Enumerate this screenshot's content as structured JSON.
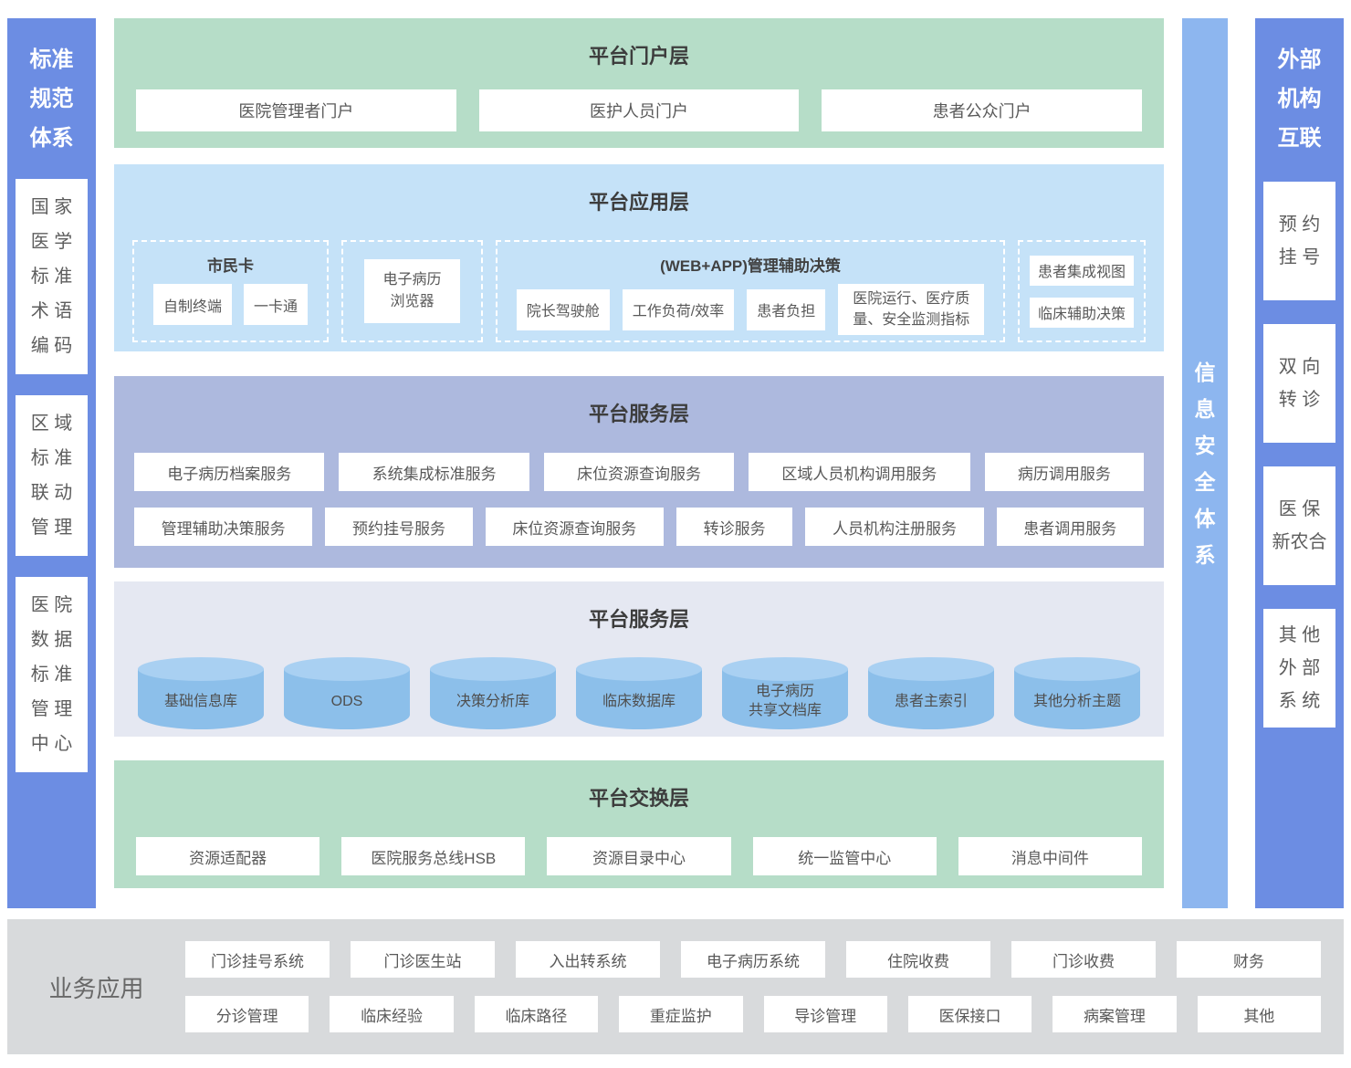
{
  "colors": {
    "sidebar_blue": "#6c8de3",
    "security_blue": "#8db6ef",
    "portal_green": "#b6ddc8",
    "app_blue": "#c5e2f8",
    "service_blue": "#adb9de",
    "data_lavender": "#e5e8f2",
    "cylinder_blue": "#8cbfea",
    "cylinder_cap": "#a9d0f2",
    "business_gray": "#d8dadc"
  },
  "left_sidebar": {
    "title_lines": [
      "标准",
      "规范",
      "体系"
    ],
    "items": [
      [
        "国 家",
        "医 学",
        "标 准",
        "术 语",
        "编 码"
      ],
      [
        "区 域",
        "标 准",
        "联 动",
        "管 理"
      ],
      [
        "医 院",
        "数 据",
        "标 准",
        "管 理",
        "中 心"
      ]
    ]
  },
  "right_sidebar": {
    "title_lines": [
      "外部",
      "机构",
      "互联"
    ],
    "items": [
      [
        "预 约",
        "挂 号"
      ],
      [
        "双 向",
        "转 诊"
      ],
      [
        "医 保",
        "新农合"
      ],
      [
        "其 他",
        "外 部",
        "系 统"
      ]
    ]
  },
  "security_bar": {
    "chars": [
      "信",
      "息",
      "安",
      "全",
      "体",
      "系"
    ]
  },
  "portal_layer": {
    "title": "平台门户层",
    "items": [
      "医院管理者门户",
      "医护人员门户",
      "患者公众门户"
    ]
  },
  "app_layer": {
    "title": "平台应用层",
    "groups": [
      {
        "label": "市民卡",
        "items": [
          "自制终端",
          "一卡通"
        ]
      },
      {
        "label": "",
        "items": [
          "电子病历\n浏览器"
        ]
      },
      {
        "label": "(WEB+APP)管理辅助决策",
        "items": [
          "院长驾驶舱",
          "工作负荷/效率",
          "患者负担",
          "医院运行、医疗质量、安全监测指标"
        ]
      },
      {
        "label": "",
        "items": [
          "患者集成视图",
          "临床辅助决策"
        ]
      }
    ]
  },
  "service_layer": {
    "title": "平台服务层",
    "row1": [
      "电子病历档案服务",
      "系统集成标准服务",
      "床位资源查询服务",
      "区域人员机构调用服务",
      "病历调用服务"
    ],
    "row2": [
      "管理辅助决策服务",
      "预约挂号服务",
      "床位资源查询服务",
      "转诊服务",
      "人员机构注册服务",
      "患者调用服务"
    ]
  },
  "data_layer": {
    "title": "平台服务层",
    "cylinders": [
      "基础信息库",
      "ODS",
      "决策分析库",
      "临床数据库",
      "电子病历\n共享文档库",
      "患者主索引",
      "其他分析主题"
    ]
  },
  "exchange_layer": {
    "title": "平台交换层",
    "items": [
      "资源适配器",
      "医院服务总线HSB",
      "资源目录中心",
      "统一监管中心",
      "消息中间件"
    ]
  },
  "business_layer": {
    "label": "业务应用",
    "row1": [
      "门诊挂号系统",
      "门诊医生站",
      "入出转系统",
      "电子病历系统",
      "住院收费",
      "门诊收费",
      "财务"
    ],
    "row2": [
      "分诊管理",
      "临床经验",
      "临床路径",
      "重症监护",
      "导诊管理",
      "医保接口",
      "病案管理",
      "其他"
    ]
  }
}
